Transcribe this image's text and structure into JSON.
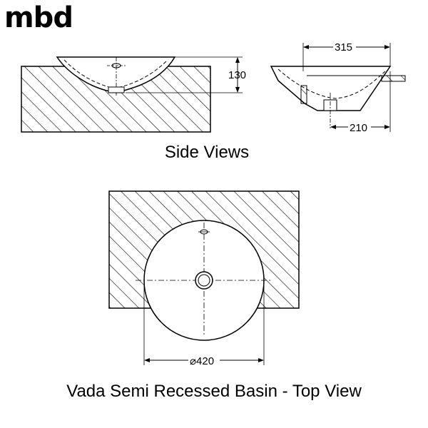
{
  "brand": {
    "logo_text": "mbd"
  },
  "captions": {
    "side_views": "Side Views",
    "top_view": "Vada Semi Recessed Basin - Top View"
  },
  "dimensions": {
    "height": "130",
    "depth": "315",
    "inset_depth": "210",
    "diameter": "⌀420"
  }
}
